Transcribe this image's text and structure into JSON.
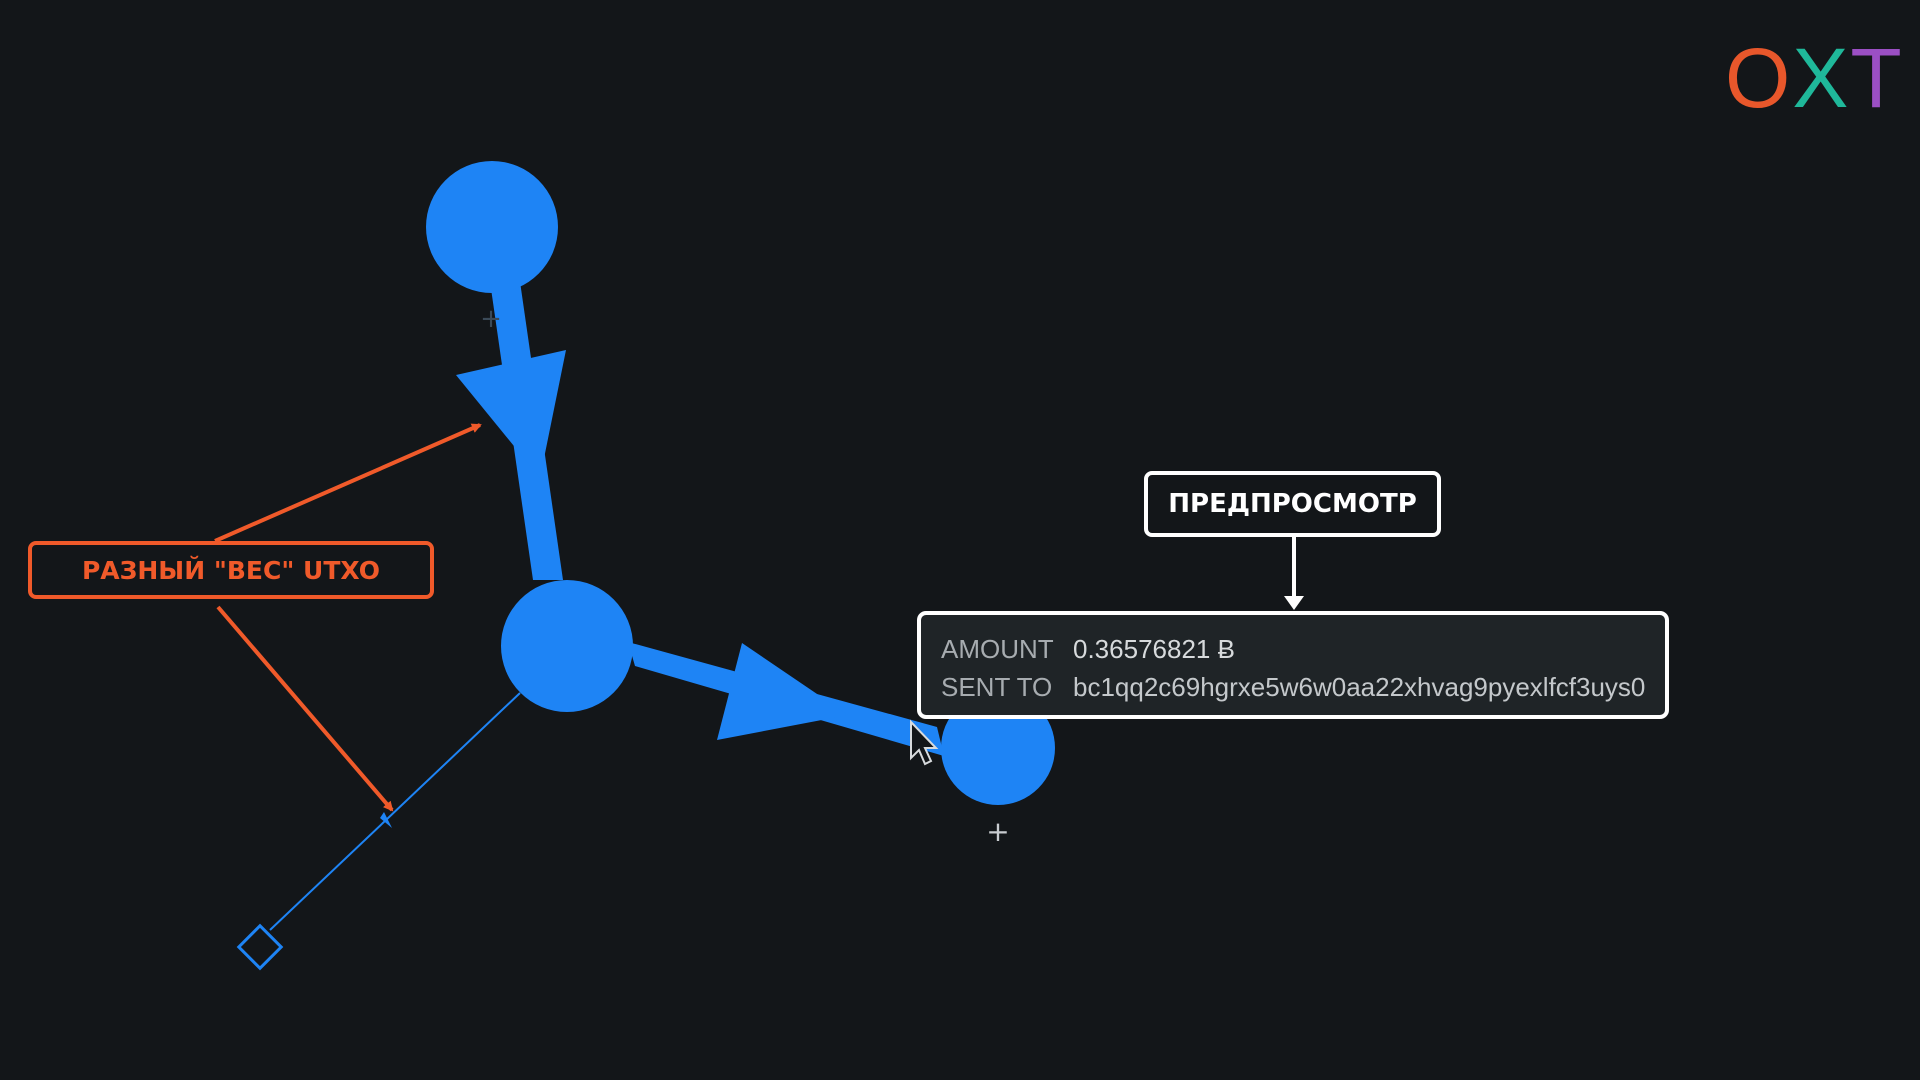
{
  "logo": {
    "letters": [
      "O",
      "X",
      "T"
    ],
    "colors": [
      "#e8572b",
      "#1fb89a",
      "#9b4fc4"
    ]
  },
  "callouts": {
    "weight": "РАЗНЫЙ \"ВЕС\" UTXO",
    "preview": "ПРЕДПРОСМОТР"
  },
  "tooltip": {
    "amount_label": "AMOUNT",
    "amount_value": "0.36576821 Ƀ",
    "sent_to_label": "SENT TO",
    "sent_to_value": "bc1qq2c69hgrxe5w6w0aa22xhvag9pyexlfcf3uys0"
  },
  "graph": {
    "expand_glyph": "+",
    "node_color": "#1e84f5",
    "callout_arrow_color": "#f05a2a",
    "nodes": [
      {
        "id": "node-top",
        "kind": "circle"
      },
      {
        "id": "node-middle",
        "kind": "circle"
      },
      {
        "id": "node-right",
        "kind": "circle"
      },
      {
        "id": "node-bottom-left",
        "kind": "diamond"
      }
    ],
    "edges": [
      {
        "from": "node-top",
        "to": "node-middle",
        "weight": "heavy"
      },
      {
        "from": "node-middle",
        "to": "node-right",
        "weight": "heavy"
      },
      {
        "from": "node-middle",
        "to": "node-bottom-left",
        "weight": "light"
      }
    ]
  }
}
